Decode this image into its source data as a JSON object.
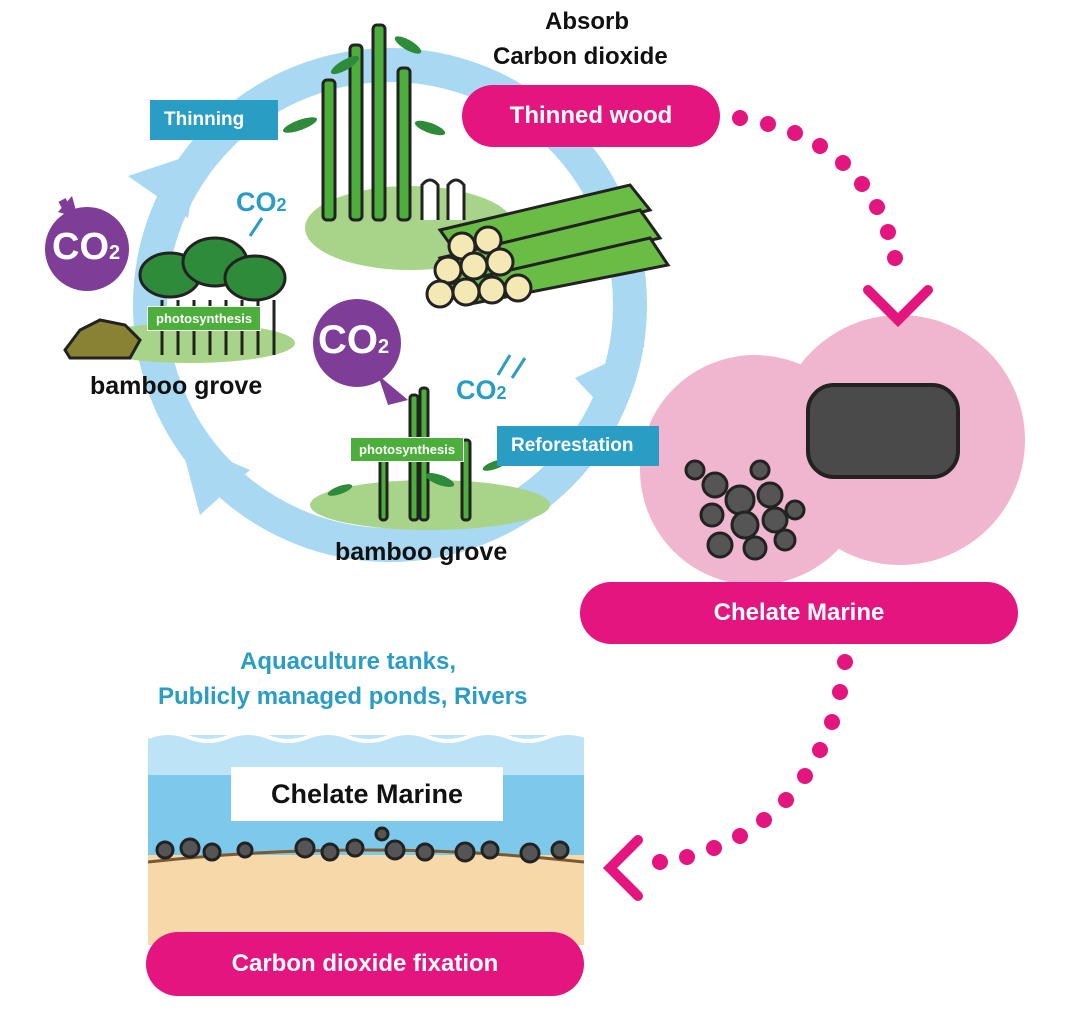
{
  "labels": {
    "absorb_line1": "Absorb",
    "absorb_line2": "Carbon dioxide",
    "thinned_wood": "Thinned wood",
    "thinning": "Thinning",
    "reforestation": "Reforestation",
    "photosynthesis_left": "photosynthesis",
    "photosynthesis_center": "photosynthesis",
    "bamboo_grove_left": "bamboo grove",
    "bamboo_grove_bottom": "bamboo grove",
    "chelate_marine_pill": "Chelate Marine",
    "water_line1": "Aquaculture tanks,",
    "water_line2": "Publicly managed ponds, Rivers",
    "chelate_marine_box": "Chelate Marine",
    "carbon_fixation": "Carbon dioxide fixation"
  },
  "co2": {
    "main": "CO",
    "sub": "2"
  },
  "colors": {
    "magenta": "#e4157f",
    "cycle_blue": "#a9d8f2",
    "tag_blue": "#2a9dc5",
    "leaf_green": "#4caf3c",
    "purple": "#7e3d97",
    "pink_bg": "#f1b6cf"
  }
}
